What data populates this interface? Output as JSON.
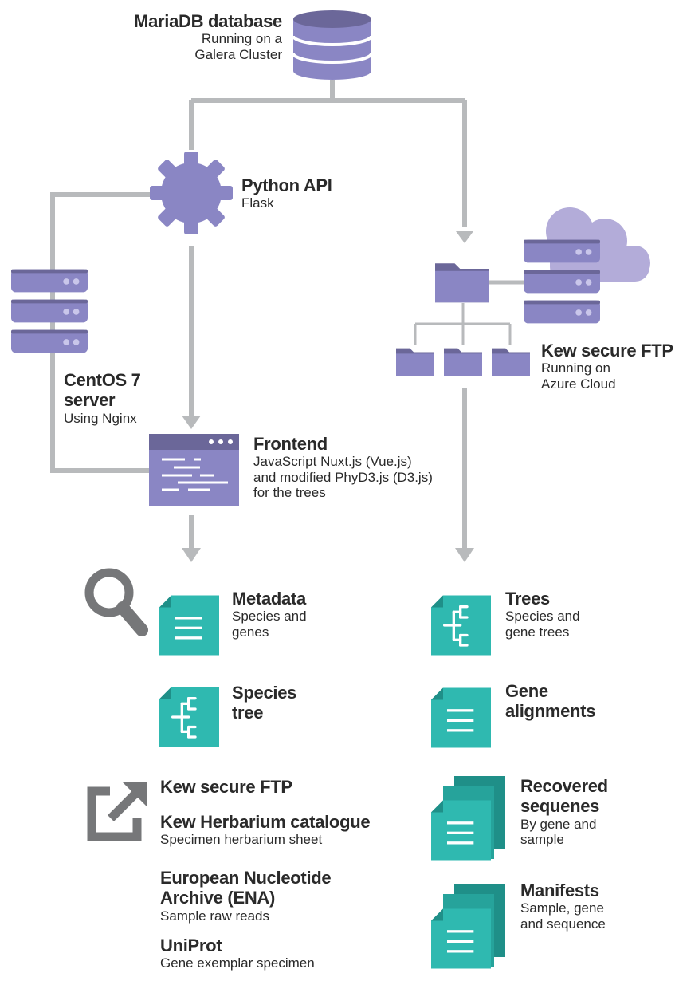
{
  "colors": {
    "connector": "#b8babc",
    "infra": "#8a86c4",
    "infra_dark": "#6b6799",
    "teal": "#2fb9b0",
    "teal_dark": "#1f8f88",
    "icon_grey": "#767779",
    "cloud": "#b3acd9"
  },
  "database": {
    "title": "MariaDB database",
    "subtitle_1": "Running on a",
    "subtitle_2": "Galera Cluster",
    "icon": "database-icon"
  },
  "api": {
    "title": "Python API",
    "subtitle": "Flask",
    "icon": "gear-icon"
  },
  "server": {
    "title_1": "CentOS 7",
    "title_2": "server",
    "subtitle": "Using Nginx",
    "icon": "server-icon"
  },
  "frontend": {
    "title": "Frontend",
    "subtitle_1": "JavaScript Nuxt.js (Vue.js)",
    "subtitle_2": "and modified PhyD3.js (D3.js)",
    "subtitle_3": "for the trees",
    "icon": "browser-window-icon"
  },
  "ftp": {
    "title": "Kew secure FTP",
    "subtitle_1": "Running on",
    "subtitle_2": "Azure Cloud",
    "icon": "cloud-server-icon"
  },
  "left_outputs": {
    "metadata": {
      "title": "Metadata",
      "subtitle_1": "Species and",
      "subtitle_2": "genes"
    },
    "species_tree": {
      "title_1": "Species",
      "title_2": "tree"
    }
  },
  "links": {
    "icon": "external-link-icon",
    "items": [
      {
        "title": "Kew secure FTP"
      },
      {
        "title": "Kew Herbarium catalogue",
        "subtitle": "Specimen herbarium sheet"
      },
      {
        "title_1": "European Nucleotide",
        "title_2": "Archive (ENA)",
        "subtitle": "Sample raw reads"
      },
      {
        "title": "UniProt",
        "subtitle": "Gene exemplar specimen"
      }
    ]
  },
  "right_outputs": {
    "trees": {
      "title": "Trees",
      "subtitle_1": "Species and",
      "subtitle_2": "gene trees"
    },
    "alignments": {
      "title_1": "Gene",
      "title_2": "alignments"
    },
    "recovered": {
      "title_1": "Recovered",
      "title_2": "sequenes",
      "subtitle_1": "By gene and",
      "subtitle_2": "sample"
    },
    "manifests": {
      "title": "Manifests",
      "subtitle_1": "Sample, gene",
      "subtitle_2": "and sequence"
    }
  }
}
